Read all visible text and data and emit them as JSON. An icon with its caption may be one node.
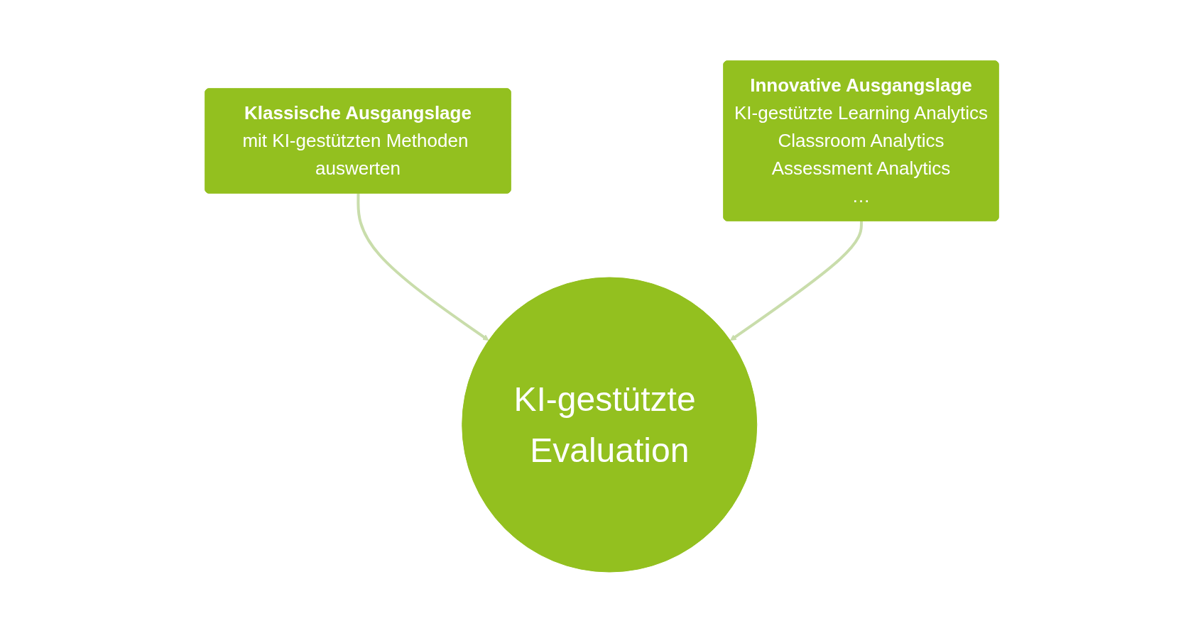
{
  "diagram": {
    "nodes": [
      {
        "text": [
          "Klassische Ausgangslage",
          "mit KI-gestützten Methoden auswerten"
        ]
      },
      {
        "text": [
          "Innovative Ausgangslage",
          "KI-gestützte Learning Analytics",
          "Classroom Analytics",
          "Assessment Analytics",
          "…"
        ]
      },
      {
        "text": [
          "KI-gestützte Evaluation"
        ]
      }
    ],
    "edges": [
      {
        "from": 0,
        "to": 2,
        "arrow": "to"
      },
      {
        "from": 1,
        "to": 2,
        "arrow": "to"
      }
    ]
  }
}
